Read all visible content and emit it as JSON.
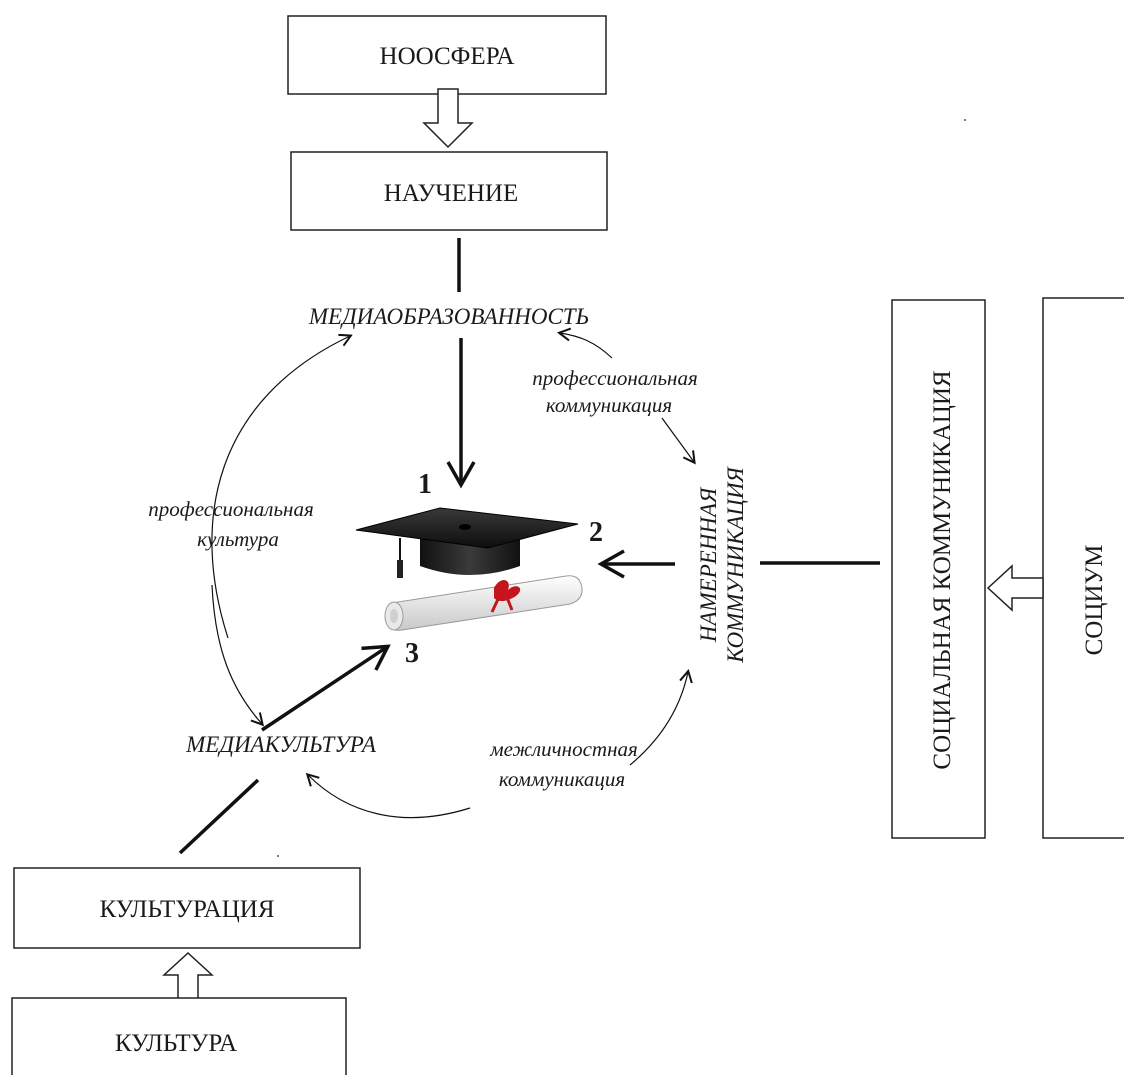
{
  "boxes": {
    "noosfera": "НООСФЕРА",
    "nauchenie": "НАУЧЕНИЕ",
    "kulturatsiya": "КУЛЬТУРАЦИЯ",
    "kultura": "КУЛЬТУРА",
    "socialnaya_kommunikatsiya": "СОЦИАЛЬНАЯ  КОММУНИКАЦИЯ",
    "sotsium": "СОЦИУМ"
  },
  "nodes": {
    "mediaobrazovannost": "МЕДИАОБРАЗОВАННОСТЬ",
    "mediakultura": "МЕДИАКУЛЬТУРА",
    "namerennaya_line1": "НАМЕРЕННАЯ",
    "namerennaya_line2": "КОММУНИКАЦИЯ"
  },
  "edge_labels": {
    "prof_komm_line1": "профессиональная",
    "prof_komm_line2": "коммуникация",
    "prof_kult_line1": "профессиональная",
    "prof_kult_line2": "культура",
    "mezhlich_line1": "межличностная",
    "mezhlich_line2": "коммуникация"
  },
  "markers": {
    "m1": "1",
    "m2": "2",
    "m3": "3"
  },
  "center_icon": "graduation-cap-diploma-icon"
}
